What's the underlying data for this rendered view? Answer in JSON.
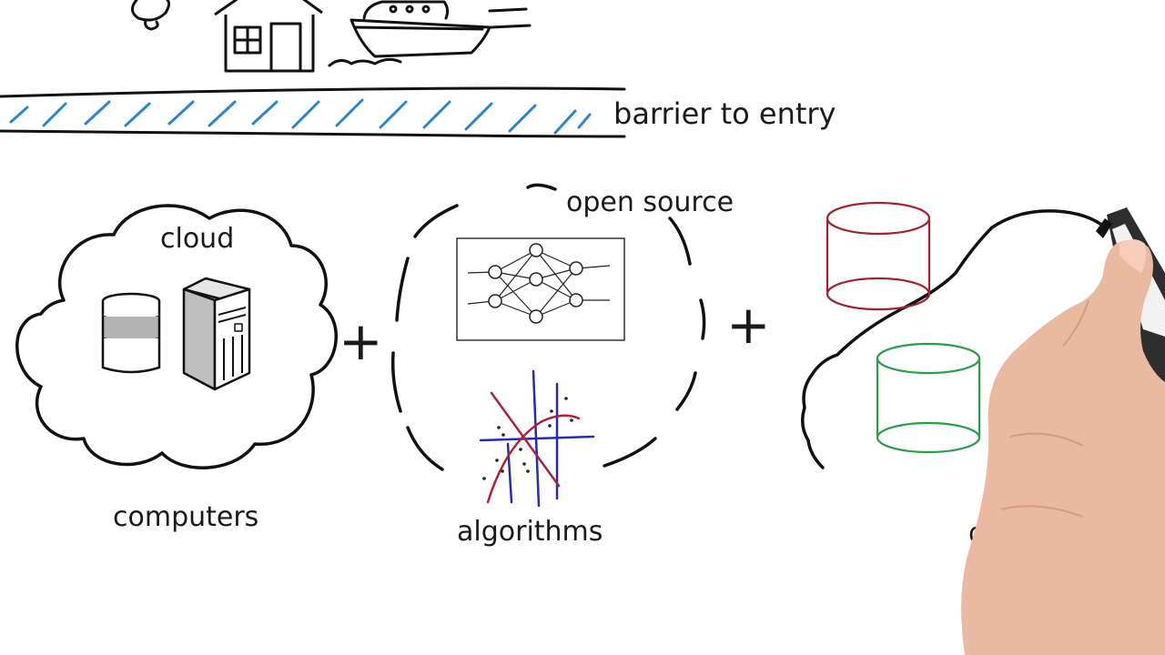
{
  "labels": {
    "barrier": "barrier to entry",
    "cloud": "cloud",
    "computers": "computers",
    "open_source": "open source",
    "algorithms": "algorithms",
    "data_partial": "d"
  },
  "operators": {
    "plus": "+"
  },
  "colors": {
    "ink": "#111111",
    "river": "#2f86c7",
    "db_red": "#9e2330",
    "db_green": "#2f9a4a",
    "line_blue": "#2a2ab0",
    "line_red": "#a8243a",
    "skin": "#e9b9a2"
  },
  "icons": [
    "person-icon",
    "house-icon",
    "ship-icon",
    "database-icon",
    "server-tower-icon",
    "neural-network-icon",
    "classification-plot-icon",
    "hand-with-marker-icon"
  ]
}
